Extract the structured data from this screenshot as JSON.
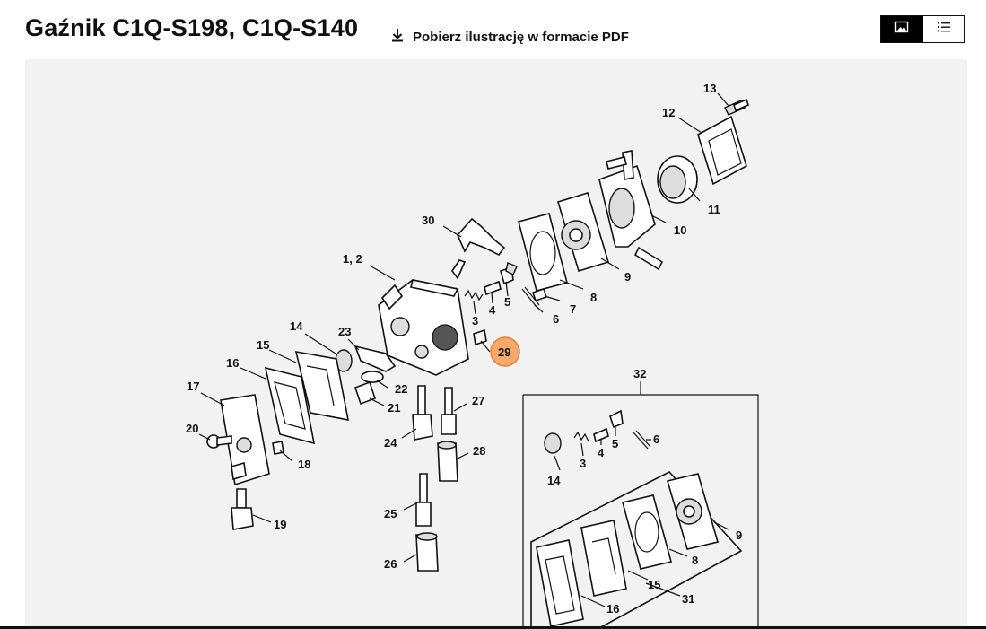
{
  "header": {
    "title": "Gaźnik C1Q-S198, C1Q-S140",
    "download_label": "Pobierz ilustrację w formacie PDF",
    "download_icon": "download-icon",
    "view_toggle": [
      {
        "name": "image-view",
        "icon": "image-icon",
        "active": true
      },
      {
        "name": "list-view",
        "icon": "list-icon",
        "active": false
      }
    ]
  },
  "diagram": {
    "highlight_color": "#f5a96a",
    "callouts": {
      "c13": "13",
      "c12": "12",
      "c11": "11",
      "c10": "10",
      "c9": "9",
      "c8": "8",
      "c7": "7",
      "c6": "6",
      "c5": "5",
      "c4": "4",
      "c3": "3",
      "c30": "30",
      "c12b": "1, 2",
      "c29": "29",
      "c14": "14",
      "c23": "23",
      "c15": "15",
      "c16": "16",
      "c17": "17",
      "c22": "22",
      "c21": "21",
      "c20": "20",
      "c18": "18",
      "c19": "19",
      "c24": "24",
      "c27": "27",
      "c28": "28",
      "c25": "25",
      "c26": "26",
      "c32": "32",
      "k14": "14",
      "k3": "3",
      "k4": "4",
      "k5": "5",
      "k6": "6",
      "k9": "9",
      "k8": "8",
      "k15": "15",
      "k31": "31",
      "k16": "16"
    }
  }
}
